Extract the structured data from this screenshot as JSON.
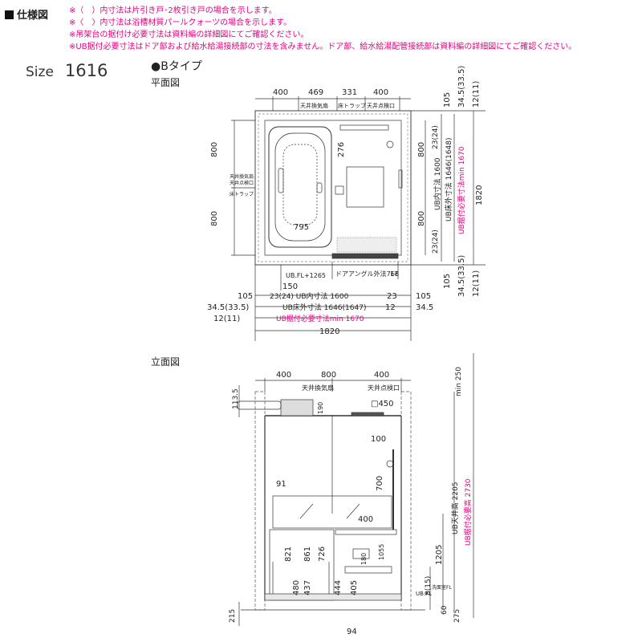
{
  "header": {
    "title": "仕様図",
    "notes": [
      "※（　）内寸法は片引き戸･2枚引き戸の場合を示します。",
      "※〈　〉内寸法は浴槽材質パールクォーツの場合を示します。",
      "※吊架台の据付け必要寸法は資料編の詳細図にてご確認ください。",
      "※UB据付必要寸法はドア部および給水給湯接続部の寸法を含みません。ドア部、給水給湯配管接続部は資料編の詳細図にてご確認ください。"
    ]
  },
  "size": {
    "label": "Size",
    "value": "1616"
  },
  "type_label": "●Bタイプ",
  "plan": {
    "title": "平面図",
    "top_dims": [
      "400",
      "469",
      "331",
      "400"
    ],
    "top_labels": [
      "天井換気扇",
      "床トラップ",
      "天井点検口"
    ],
    "left_dims": [
      "800",
      "800"
    ],
    "left_labels": [
      "天井換気扇",
      "天井点検口",
      "床トラップ"
    ],
    "inner": {
      "d276": "276",
      "d795": "795"
    },
    "bottom": {
      "ubfl": "UB.FL+1265",
      "door": "ドアアングル外法766",
      "d17": "17",
      "d150": "150",
      "r105a": "105",
      "inner_w": "23(24)  UB内寸法 1600",
      "d23": "23",
      "r105b": "105",
      "r345": "34.5(33.5)",
      "outer_w": "UB床外寸法 1646(1647)",
      "d12": "12",
      "r345b": "34.5",
      "r12": "12(11)",
      "need_w": "UB据付必要寸法min 1670",
      "total_w": "1820"
    },
    "right": {
      "r105": "105",
      "r345": "34.5(33.5)",
      "r12": "12(11)",
      "d2324": "23(24)",
      "d800a": "800",
      "d800b": "800",
      "d2324b": "23(24)",
      "in_h": "UB内寸法 1600",
      "out_h": "UB床外寸法 1646(1648)",
      "need_h": "UB据付必要寸法min 1670",
      "total_h": "1820",
      "r105b": "105",
      "r345b": "34.5(33.5)",
      "r12b": "12(11)"
    }
  },
  "elevation": {
    "title": "立面図",
    "top_dims": [
      "400",
      "800",
      "400"
    ],
    "fan": "天井換気扇",
    "hatch": "天井点検口",
    "hatch_size": "□450",
    "min250": "min 250",
    "d113": "113.5",
    "d190": "190",
    "d100": "100",
    "d700": "700",
    "d91": "91",
    "d400": "400",
    "ub_ceiling": "UB天井高 2205",
    "ub_need": "UB据付必要高 2730",
    "d821": "821",
    "d861": "861",
    "d726": "726",
    "d1055": "1055",
    "d180": "180",
    "d1205": "1205",
    "d480": "480",
    "d437": "437",
    "d444": "444",
    "d405": "405",
    "d8": "8(15)",
    "ubfl": "UB.FL",
    "fl_label": "洗面室FL",
    "d60": "60",
    "d215": "215",
    "d275": "275",
    "d94": "94"
  }
}
